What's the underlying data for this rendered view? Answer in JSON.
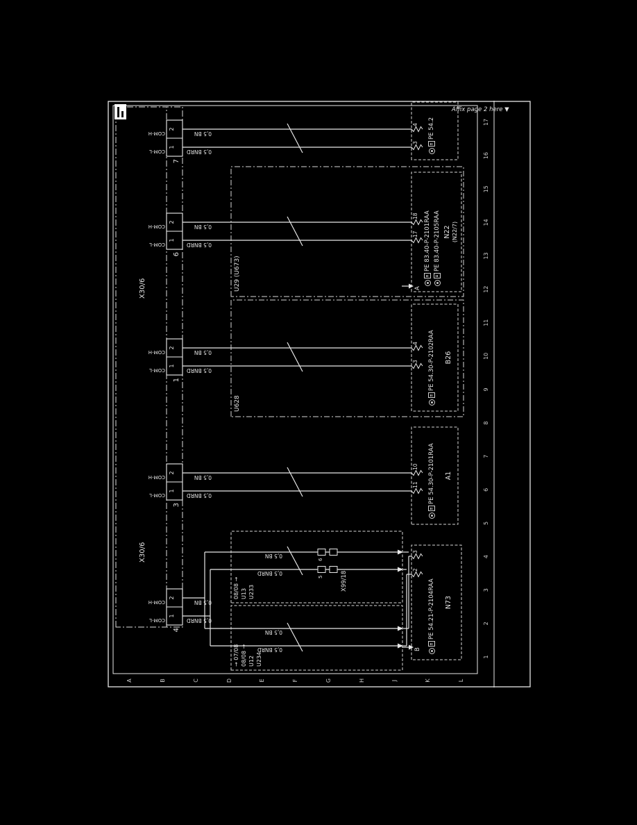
{
  "sheet": {
    "affix_note": "Affix page 2 here ▼",
    "grid_letters": [
      "A",
      "B",
      "C",
      "D",
      "E",
      "F",
      "G",
      "H",
      "J",
      "K",
      "L"
    ],
    "grid_numbers": [
      "1",
      "2",
      "3",
      "4",
      "5",
      "6",
      "7",
      "8",
      "9",
      "10",
      "11",
      "12",
      "13",
      "14",
      "15",
      "16",
      "17"
    ]
  },
  "connector_rail": {
    "label": "X30/6",
    "pin_l_name": "COM-L",
    "pin_h_name": "COM-H",
    "pin_l": "1",
    "pin_h": "2",
    "blocks": [
      "4",
      "3",
      "1",
      "6",
      "7"
    ]
  },
  "wires": {
    "bn": "0,5 BN",
    "bnrd": "0,5 BNRD"
  },
  "components": {
    "n73": {
      "name": "N73",
      "ref": "PE 54.21-P-2104RAA",
      "pin_l": "2",
      "pin_h": "3",
      "cont_arrow": "B"
    },
    "a1": {
      "name": "A1",
      "ref": "PE 54.30-P-2101RAA",
      "pin_l": "11",
      "pin_h": "10"
    },
    "b26": {
      "name": "B26",
      "ref": "PE 54.30-P-2102RAA",
      "pin_l": "3",
      "pin_h": "4"
    },
    "n22": {
      "name": "N22",
      "sub": "(N22/7)",
      "ref1": "PE 83.40-P-2101RAA",
      "ref2": "PE 83.40-P-2105RAA",
      "pin_l": "17",
      "pin_h": "18",
      "cont_arrow": "A"
    },
    "page2": {
      "ref": "PE 54.2",
      "pin_l": "3",
      "pin_h": "4"
    }
  },
  "option_boxes": {
    "box1": "U29 (U673)",
    "box2": "U628"
  },
  "variants": {
    "early": [
      "→ 07/08",
      "08/08 →",
      "U12",
      "U234"
    ],
    "late": [
      "08/08 →",
      "U13",
      "U233"
    ]
  },
  "inline_connector": {
    "label": "X99/18",
    "pin_l": "5",
    "pin_h": "6"
  }
}
